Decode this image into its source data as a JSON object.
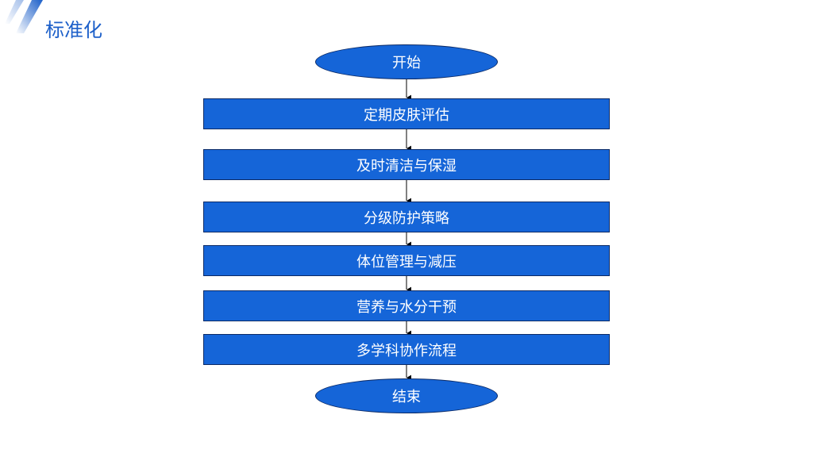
{
  "title": "标准化",
  "colors": {
    "accent": "#1565d8"
  },
  "flow": {
    "start": "开始",
    "steps": [
      "定期皮肤评估",
      "及时清洁与保湿",
      "分级防护策略",
      "体位管理与减压",
      "营养与水分干预",
      "多学科协作流程"
    ],
    "end": "结束"
  }
}
